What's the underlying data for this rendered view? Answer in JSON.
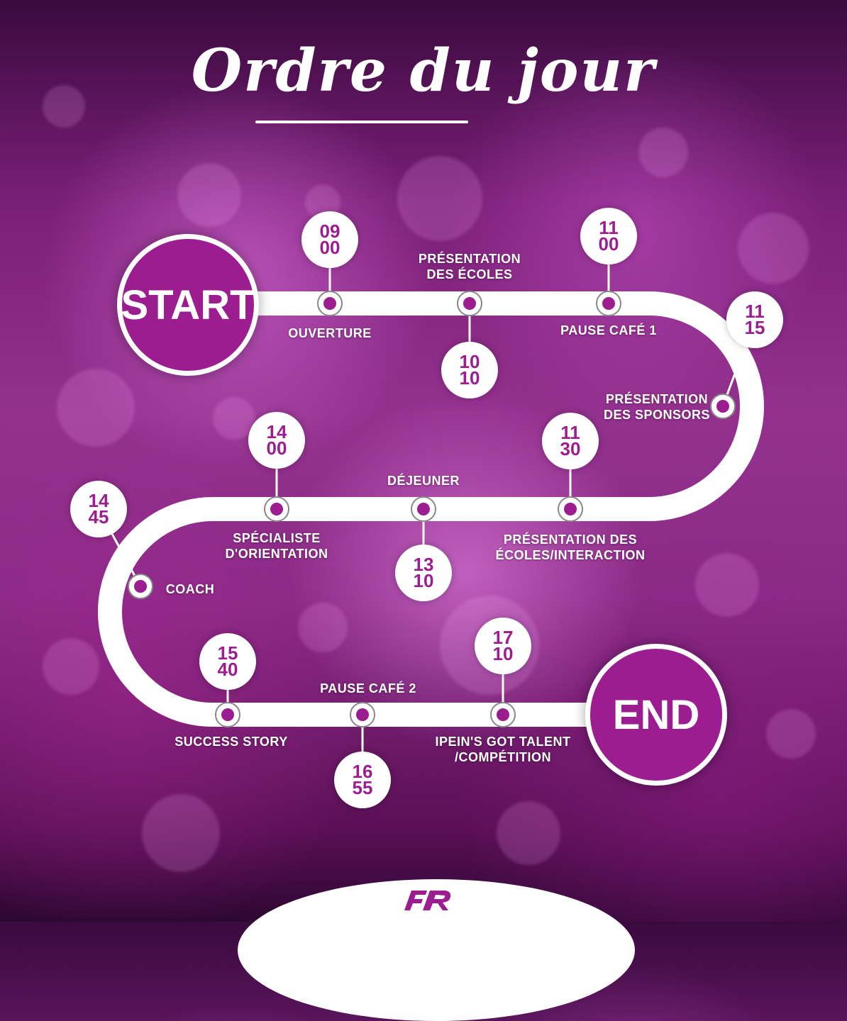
{
  "title": "Ordre du jour",
  "start_label": "START",
  "end_label": "END",
  "colors": {
    "accent": "#9c1d8f",
    "road": "#ffffff"
  },
  "events": [
    {
      "time_h": "09",
      "time_m": "00",
      "label_lines": [
        "OUVERTURE"
      ]
    },
    {
      "time_h": "10",
      "time_m": "10",
      "label_lines": [
        "PRÉSENTATION",
        "DES ÉCOLES"
      ]
    },
    {
      "time_h": "11",
      "time_m": "00",
      "label_lines": [
        "PAUSE CAFÉ 1"
      ]
    },
    {
      "time_h": "11",
      "time_m": "15",
      "label_lines": [
        "PRÉSENTATION",
        "DES SPONSORS"
      ]
    },
    {
      "time_h": "11",
      "time_m": "30",
      "label_lines": [
        "PRÉSENTATION DES",
        "ÉCOLES/INTERACTION"
      ]
    },
    {
      "time_h": "13",
      "time_m": "10",
      "label_lines": [
        "DÉJEUNER"
      ]
    },
    {
      "time_h": "14",
      "time_m": "00",
      "label_lines": [
        "SPÉCIALISTE",
        "D'ORIENTATION"
      ]
    },
    {
      "time_h": "14",
      "time_m": "45",
      "label_lines": [
        "COACH"
      ]
    },
    {
      "time_h": "15",
      "time_m": "40",
      "label_lines": [
        "SUCCESS STORY"
      ]
    },
    {
      "time_h": "16",
      "time_m": "55",
      "label_lines": [
        "PAUSE CAFÉ 2"
      ]
    },
    {
      "time_h": "17",
      "time_m": "10",
      "label_lines": [
        "IPEIN'S GOT TALENT",
        "/COMPÉTITION"
      ]
    }
  ],
  "logo_icon": "fer-logo-icon"
}
